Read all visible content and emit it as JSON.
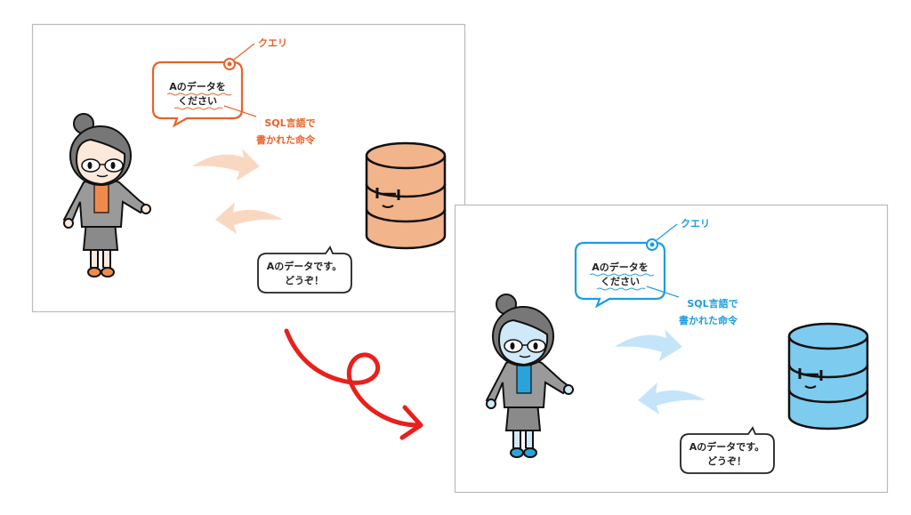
{
  "panels": [
    {
      "theme": "orange",
      "query_label": "クエリ",
      "request_line1": "Aのデータを",
      "request_line2": "ください",
      "sql_line1": "SQL言語で",
      "sql_line2": "書かれた命令",
      "reply_line1": "Aのデータです。",
      "reply_line2": "どうぞ！"
    },
    {
      "theme": "blue",
      "query_label": "クエリ",
      "request_line1": "Aのデータを",
      "request_line2": "ください",
      "sql_line1": "SQL言語で",
      "sql_line2": "書かれた命令",
      "reply_line1": "Aのデータです。",
      "reply_line2": "どうぞ！"
    }
  ],
  "colors": {
    "orange": {
      "accent": "#e8622a",
      "db": "#f2b48a",
      "arrow": "#f9d8c2",
      "shirt": "#f08a4b",
      "face": "#fde9dc",
      "shoe": "#f08a4b"
    },
    "blue": {
      "accent": "#1c9de0",
      "db": "#7ecbf0",
      "arrow": "#c4e5f8",
      "shirt": "#2aa3dc",
      "face": "#cfe9f8",
      "shoe": "#2aa3dc"
    },
    "transition_arrow": "#e8201c"
  }
}
